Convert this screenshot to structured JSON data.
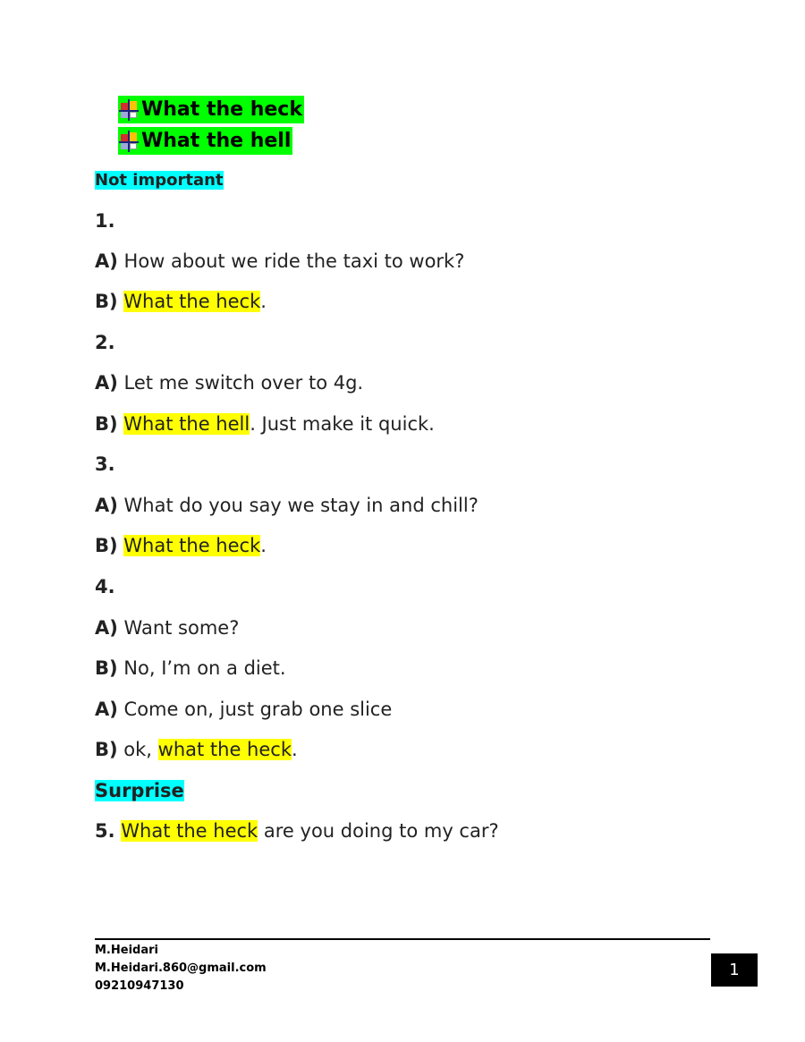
{
  "bullets": [
    {
      "text": "What the heck"
    },
    {
      "text": "What the hell"
    }
  ],
  "section_not_important": "Not important",
  "dialogs": {
    "d1": {
      "num": "1.",
      "a_label": "A)",
      "a_text": " How about we ride the taxi to work?",
      "b_label": "B)",
      "b_hl": "What the heck",
      "b_rest": "."
    },
    "d2": {
      "num": "2.",
      "a_label": "A)",
      "a_text": " Let me switch over to 4g.",
      "b_label": "B)",
      "b_hl": "What the hell",
      "b_rest": ". Just make it quick."
    },
    "d3": {
      "num": "3.",
      "a_label": "A)",
      "a_text": " What do you say we stay in and chill?",
      "b_label": "B)",
      "b_hl": "What the heck",
      "b_rest": "."
    },
    "d4": {
      "num": "4.",
      "a1_label": "A)",
      "a1_text": " Want some?",
      "b1_label": "B)",
      "b1_text": " No, I’m on a diet.",
      "a2_label": "A)",
      "a2_text": " Come on, just grab one slice",
      "b2_label": "B)",
      "b2_pre": " ok, ",
      "b2_hl": "what the heck",
      "b2_rest": "."
    }
  },
  "section_surprise": "Surprise",
  "d5": {
    "num": "5.",
    "hl": "What the heck",
    "rest": " are you doing to my car?"
  },
  "footer": {
    "name": "M.Heidari",
    "email": "M.Heidari.860@gmail.com",
    "phone": "09210947130",
    "page_number": "1"
  },
  "colors": {
    "bullet_highlight": "#00ff00",
    "section_highlight": "#00ffff",
    "phrase_highlight": "#ffff00"
  }
}
